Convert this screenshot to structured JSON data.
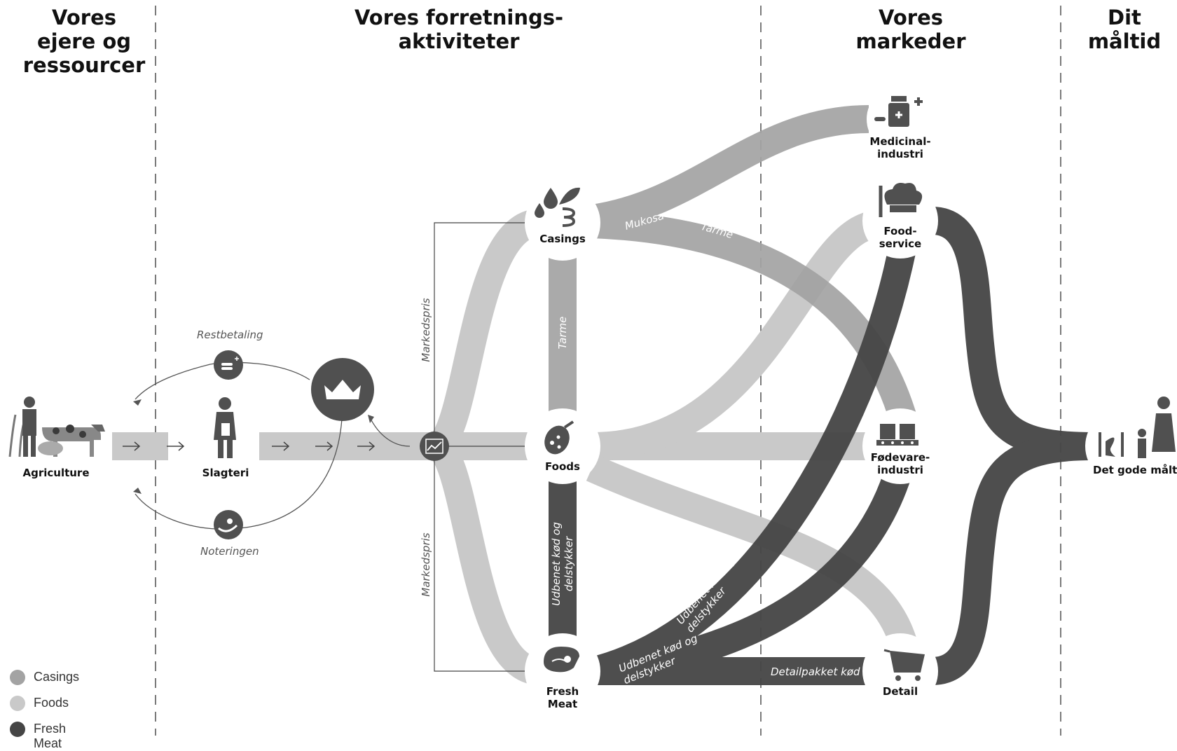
{
  "columns": {
    "owners": "Vores\nejere og\nressourcer",
    "business": "Vores forretnings-\naktiviteter",
    "markets": "Vores\nmarkeder",
    "meal": "Dit\nmåltid"
  },
  "nodes": {
    "agriculture": "Agriculture",
    "slaughter": "Slagteri",
    "casings": "Casings",
    "foods": "Foods",
    "fresh_meat": "Fresh\nMeat",
    "medical": "Medicinal-\nindustri",
    "foodservice": "Food-\nservice",
    "food_industry": "Fødevare-\nindustri",
    "retail": "Detail",
    "meal": "Det gode måltid"
  },
  "annotations": {
    "restbetaling": "Restbetaling",
    "noteringen": "Noteringen",
    "markedspris_top": "Markedspris",
    "markedspris_bottom": "Markedspris"
  },
  "flow_labels": {
    "mukosa": "Mukosa og blod",
    "tarme_diag": "Tarme",
    "tarme_vert": "Tarme",
    "udbenet_vert": "Udbenet kød og delstykker",
    "udbenet_diag1": "Udbenet kød og delstykker",
    "udbenet_diag2": "Udbenet kød og delstykker",
    "detailpakket": "Detailpakket kød"
  },
  "legend": [
    {
      "label": "Casings",
      "color": "#a3a3a3"
    },
    {
      "label": "Foods",
      "color": "#c9c9c9"
    },
    {
      "label": "Fresh Meat",
      "color": "#454545"
    }
  ],
  "colors": {
    "casings": "#a3a3a3",
    "foods": "#c9c9c9",
    "fresh_meat": "#454545",
    "icon": "#505050"
  },
  "icons": [
    "farmer-cow-pig-icon",
    "butcher-icon",
    "crown-icon",
    "coins-icon",
    "hand-coin-icon",
    "chart-icon",
    "drops-intestine-icon",
    "sausage-icon",
    "meat-icon",
    "medicine-icon",
    "chef-icon",
    "boxes-icon",
    "cart-icon",
    "family-meal-icon"
  ]
}
